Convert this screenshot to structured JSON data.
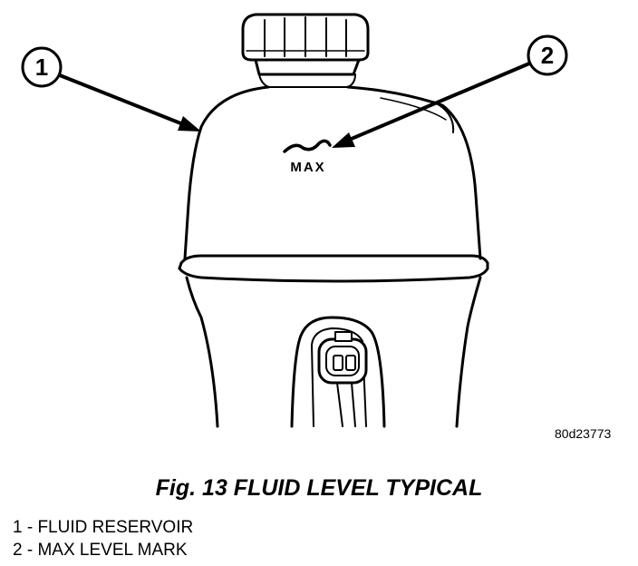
{
  "figure": {
    "callouts": [
      {
        "number": "1"
      },
      {
        "number": "2"
      }
    ],
    "max_mark_label": "MAX",
    "figure_id": "80d23773"
  },
  "caption": "Fig. 13 FLUID LEVEL TYPICAL",
  "legend": [
    {
      "text": "1 - FLUID RESERVOIR"
    },
    {
      "text": "2 - MAX LEVEL MARK"
    }
  ]
}
